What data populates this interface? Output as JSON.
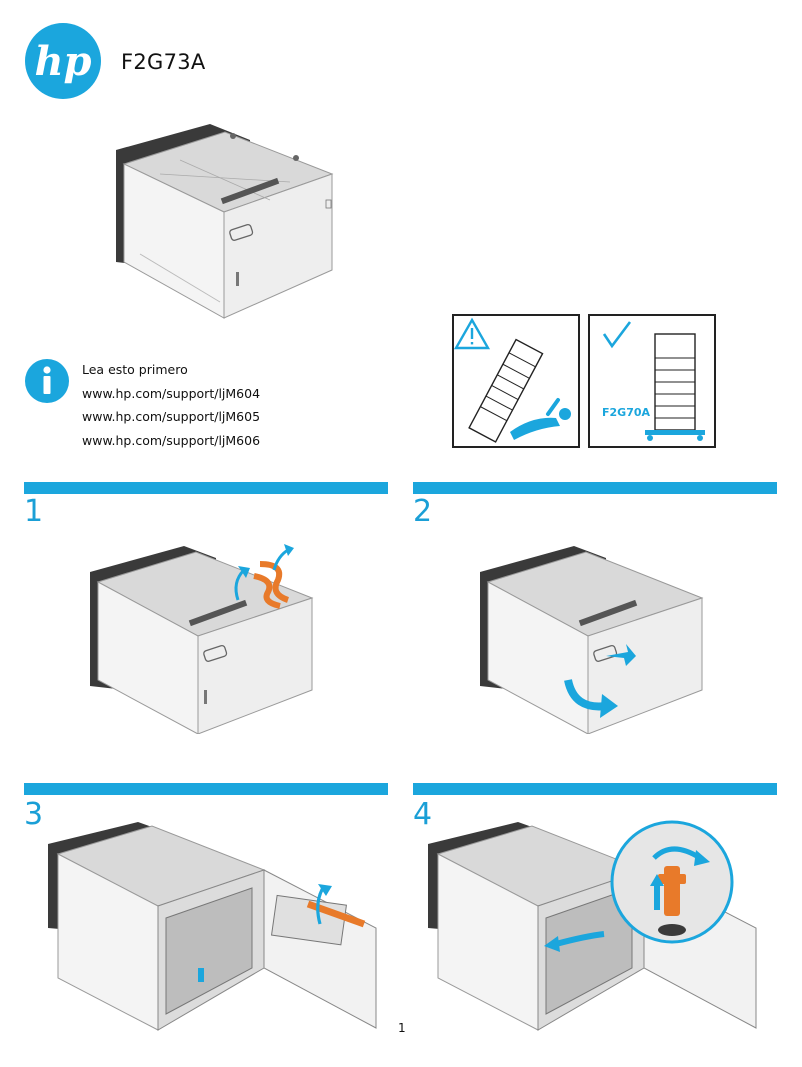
{
  "header": {
    "model": "F2G73A",
    "logo_text": "hp"
  },
  "info": {
    "lines": [
      "Lea esto primero",
      "www.hp.com/support/ljM604",
      "www.hp.com/support/ljM605",
      "www.hp.com/support/ljM606"
    ]
  },
  "warning": {
    "ok_label": "F2G70A"
  },
  "steps": [
    {
      "number": "1"
    },
    {
      "number": "2"
    },
    {
      "number": "3"
    },
    {
      "number": "4"
    }
  ],
  "footer": {
    "page_number": "1"
  },
  "colors": {
    "brand_blue": "#1ba6dd",
    "accent_orange": "#e87a2a"
  }
}
